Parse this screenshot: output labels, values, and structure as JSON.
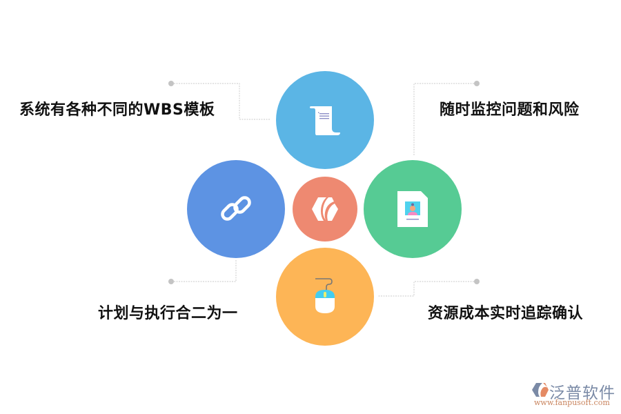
{
  "diagram": {
    "center": {
      "name": "core",
      "icon": "hexagon-leaf-icon",
      "color": "#EE8971"
    },
    "nodes": [
      {
        "id": "top",
        "icon": "scroll-document-icon",
        "color": "#5BB5E5",
        "label": "系统有各种不同的WBS模板"
      },
      {
        "id": "right",
        "icon": "profile-card-icon",
        "color": "#56CB94",
        "label": "随时监控问题和风险"
      },
      {
        "id": "left",
        "icon": "chain-link-icon",
        "color": "#5D93E3",
        "label": "计划与执行合二为一"
      },
      {
        "id": "bottom",
        "icon": "computer-mouse-icon",
        "color": "#FDB556",
        "label": "资源成本实时追踪确认"
      }
    ],
    "connector_color": "#D0D0D0",
    "dot_color": "#C4C4C4"
  },
  "watermark": {
    "brand": "泛普软件",
    "url": "www.fanpusoft.com"
  }
}
